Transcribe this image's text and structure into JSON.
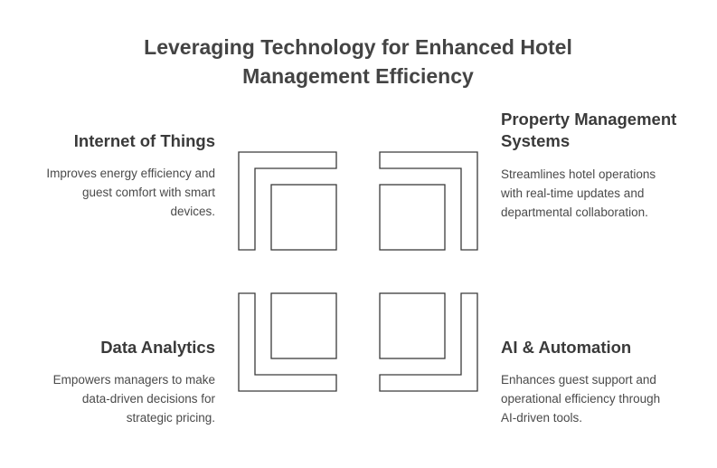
{
  "title": {
    "line1": "Leveraging Technology for Enhanced Hotel",
    "line2": "Management Efficiency"
  },
  "quadrants": {
    "iot": {
      "heading": "Internet of Things",
      "desc": [
        "Improves energy efficiency and",
        "guest comfort with smart",
        "devices."
      ]
    },
    "pms": {
      "heading": [
        "Property Management",
        "Systems"
      ],
      "desc": [
        "Streamlines hotel operations",
        "with real-time updates and",
        "departmental collaboration."
      ]
    },
    "data": {
      "heading": "Data Analytics",
      "desc": [
        "Empowers managers to make",
        "data-driven decisions for",
        "strategic pricing."
      ]
    },
    "ai": {
      "heading": "AI & Automation",
      "desc": [
        "Enhances guest support and",
        "operational efficiency through",
        "AI-driven tools."
      ]
    }
  },
  "colors": {
    "stroke": "#3a3a3a",
    "text": "#4a4a4a"
  }
}
